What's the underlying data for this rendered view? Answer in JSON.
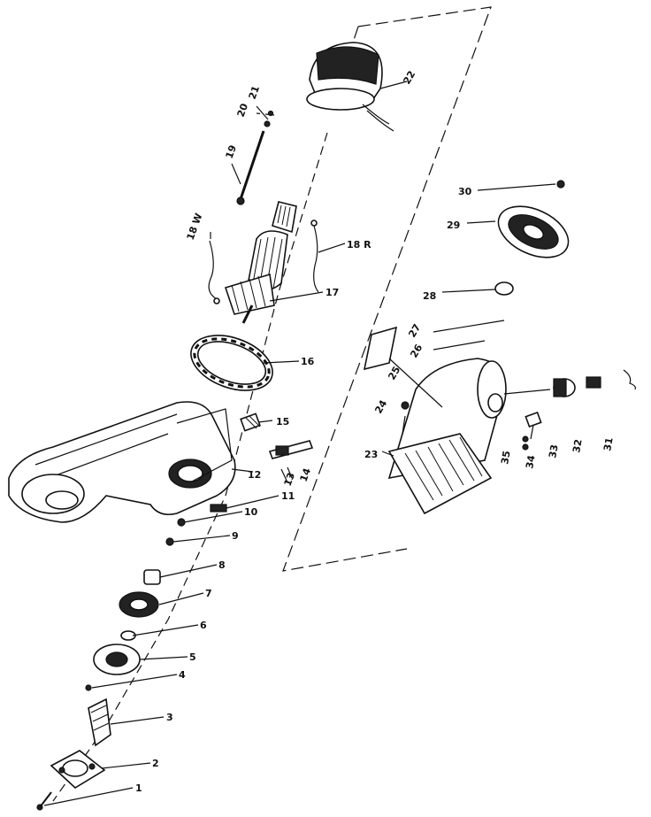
{
  "diagram": {
    "part_labels": [
      "1",
      "2",
      "3",
      "4",
      "5",
      "6",
      "7",
      "8",
      "9",
      "10",
      "11",
      "12",
      "13",
      "14",
      "15",
      "16",
      "17",
      "18 W",
      "18 R",
      "19",
      "20",
      "21",
      "22",
      "23",
      "24",
      "25",
      "26",
      "27",
      "28",
      "29",
      "30",
      "31",
      "32",
      "33",
      "34",
      "35"
    ]
  }
}
